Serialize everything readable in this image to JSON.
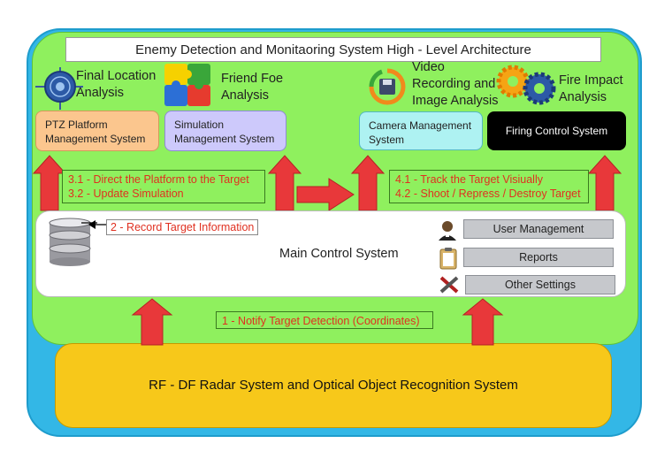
{
  "title": "Enemy Detection and Monitaoring System High - Level Architecture",
  "analysis": {
    "final_location": "Final Location\nAnalysis",
    "friend_foe": "Friend Foe\nAnalysis",
    "video": "Video\nRecording and\nImage Analysis",
    "fire_impact": "Fire Impact\nAnalysis"
  },
  "systems": {
    "ptz": "PTZ Platform\nManagement System",
    "simulation": "Simulation\nManagement System",
    "camera": "Camera Management\nSystem",
    "firing": "Firing Control System"
  },
  "notes": {
    "direct_platform": "3.1 - Direct the Platform to the Target",
    "update_simulation": "3.2 - Update Simulation",
    "track_target": "4.1 - Track the Target Visiually",
    "shoot_target": "4.2 - Shoot / Repress / Destroy Target",
    "record_info": "2 - Record Target Information",
    "notify_detection": "1 - Notify Target Detection (Coordinates)"
  },
  "main_control": {
    "label": "Main Control System",
    "user_management": "User Management",
    "reports": "Reports",
    "other_settings": "Other Settings"
  },
  "radar": "RF - DF Radar System and Optical Object Recognition System",
  "colors": {
    "outer": "#33b7e6",
    "green_panel": "#8ff05e",
    "radar_box": "#f7c81a",
    "arrow_red": "#e8383a",
    "note_text": "#e03020",
    "ptz_box": "#fbc68e",
    "simulation_box": "#cdc9fb",
    "camera_box": "#aef2f2",
    "firing_box": "#000000"
  },
  "icons": [
    "globe-target-icon",
    "puzzle-icon",
    "floppy-refresh-icon",
    "gears-icon",
    "database-icon",
    "user-icon",
    "clipboard-icon",
    "tools-icon"
  ]
}
